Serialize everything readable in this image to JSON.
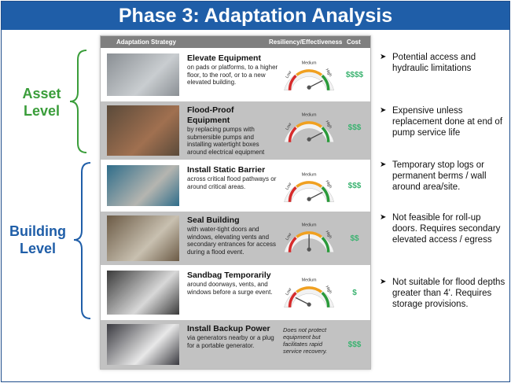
{
  "title": "Phase 3:  Adaptation Analysis",
  "levels": {
    "asset": "Asset Level",
    "building": "Building Level"
  },
  "header": {
    "strategy": "Adaptation Strategy",
    "resiliency": "Resiliency/Effectiveness",
    "cost": "Cost"
  },
  "gauge_labels": {
    "low": "Low",
    "medium": "Medium",
    "high": "High"
  },
  "rows": [
    {
      "title": "Elevate Equipment",
      "desc": "on pads or platforms, to a higher floor, to the roof, or to a new elevated building.",
      "effectiveness": 0.85,
      "cost": "$$$$"
    },
    {
      "title": "Flood-Proof Equipment",
      "desc": "by replacing pumps with submersible pumps and installing watertight boxes around electrical equipment",
      "effectiveness": 0.85,
      "cost": "$$$"
    },
    {
      "title": "Install Static Barrier",
      "desc": "across critical flood pathways or around critical areas.",
      "effectiveness": 0.85,
      "cost": "$$$"
    },
    {
      "title": "Seal Building",
      "desc": "with water-tight doors and windows, elevating vents and secondary entrances for access during a flood event.",
      "effectiveness": 0.5,
      "cost": "$$"
    },
    {
      "title": "Sandbag Temporarily",
      "desc": "around doorways, vents, and windows before a surge event.",
      "effectiveness": 0.15,
      "cost": "$"
    },
    {
      "title": "Install Backup Power",
      "desc": "via generators nearby or a plug for a portable generator.",
      "note": "Does not protect equipment but facilitates rapid service recovery.",
      "cost": "$$$"
    }
  ],
  "notes": [
    "Potential access and hydraulic limitations",
    "Expensive unless replacement done at end of pump service life",
    "Temporary stop logs or permanent berms / wall around area/site.",
    "Not feasible for roll-up doors. Requires secondary elevated access / egress",
    "Not suitable for flood depths greater than 4'. Requires storage provisions."
  ],
  "colors": {
    "title_bg": "#1f5ea8",
    "asset": "#3a9d3a",
    "building": "#1f5ea8",
    "cost": "#3cb371"
  }
}
